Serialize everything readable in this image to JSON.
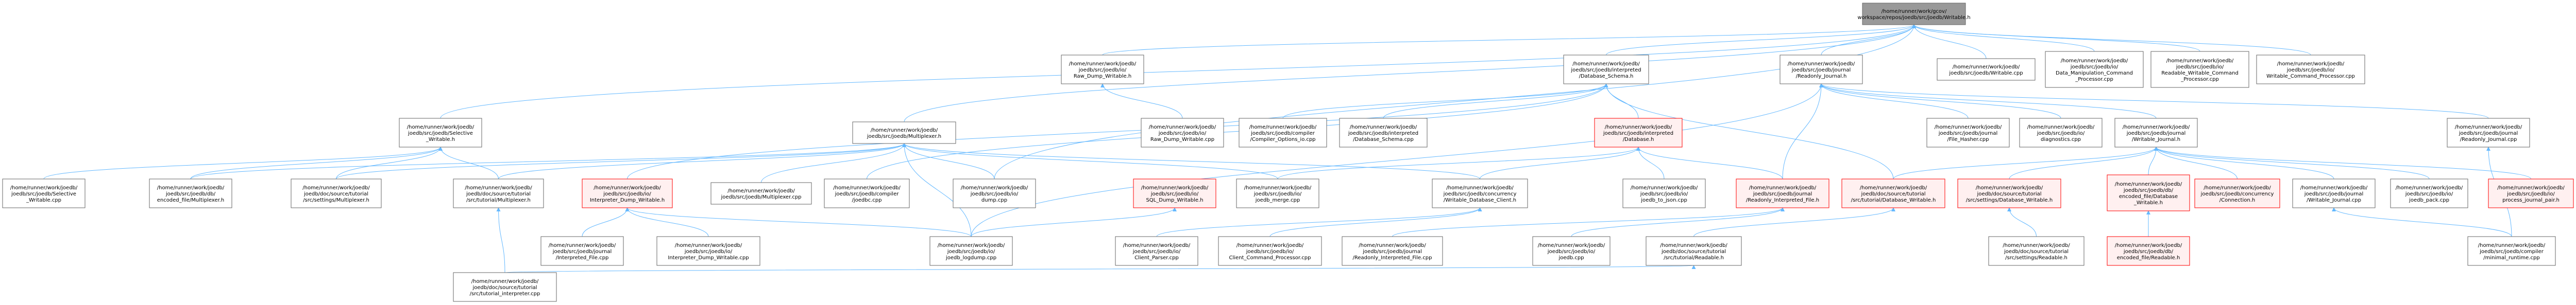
{
  "colors": {
    "root_fill": "#999999",
    "normal_fill": "#ffffff",
    "normal_stroke": "#666666",
    "more_stroke": "#ff0000",
    "more_fill": "#fff0f0",
    "edge": "#63b8ff",
    "text": "#000000"
  },
  "graph": {
    "nodes": [
      {
        "id": "root",
        "lines": [
          "/home/runner/work/gcov/",
          "workspace/repos/joedb/src/joedb/Writable.h"
        ],
        "style": "root"
      },
      {
        "id": "n_raw_dump_writable_h",
        "lines": [
          "/home/runner/work/joedb/",
          "joedb/src/joedb/io/",
          "Raw_Dump_Writable.h"
        ],
        "style": "normal"
      },
      {
        "id": "n_database_schema_h",
        "lines": [
          "/home/runner/work/joedb/",
          "joedb/src/joedb/interpreted",
          "/Database_Schema.h"
        ],
        "style": "normal"
      },
      {
        "id": "n_readonly_journal_h",
        "lines": [
          "/home/runner/work/joedb/",
          "joedb/src/joedb/journal",
          "/Readonly_Journal.h"
        ],
        "style": "normal"
      },
      {
        "id": "n_writable_cpp",
        "lines": [
          "/home/runner/work/joedb/",
          "joedb/src/joedb/Writable.cpp"
        ],
        "style": "normal"
      },
      {
        "id": "n_data_manip",
        "lines": [
          "/home/runner/work/joedb/",
          "joedb/src/joedb/io/",
          "Data_Manipulation_Command",
          "_Processor.cpp"
        ],
        "style": "normal"
      },
      {
        "id": "n_readable_writable_cmd",
        "lines": [
          "/home/runner/work/joedb/",
          "joedb/src/joedb/io/",
          "Readable_Writable_Command",
          "_Processor.cpp"
        ],
        "style": "normal"
      },
      {
        "id": "n_writable_cmd",
        "lines": [
          "/home/runner/work/joedb/",
          "joedb/src/joedb/io/",
          "Writable_Command_Processor.cpp"
        ],
        "style": "normal"
      },
      {
        "id": "n_selective_writable_h",
        "lines": [
          "/home/runner/work/joedb/",
          "joedb/src/joedb/Selective",
          "_Writable.h"
        ],
        "style": "normal"
      },
      {
        "id": "n_multiplexer_h",
        "lines": [
          "/home/runner/work/joedb/",
          "joedb/src/joedb/Multiplexer.h"
        ],
        "style": "normal"
      },
      {
        "id": "n_raw_dump_writable_cpp",
        "lines": [
          "/home/runner/work/joedb/",
          "joedb/src/joedb/io/",
          "Raw_Dump_Writable.cpp"
        ],
        "style": "normal"
      },
      {
        "id": "n_compiler_options_io",
        "lines": [
          "/home/runner/work/joedb/",
          "joedb/src/joedb/compiler",
          "/Compiler_Options_io.cpp"
        ],
        "style": "normal"
      },
      {
        "id": "n_database_schema_cpp",
        "lines": [
          "/home/runner/work/joedb/",
          "joedb/src/joedb/interpreted",
          "/Database_Schema.cpp"
        ],
        "style": "normal"
      },
      {
        "id": "n_interpreted_database_h",
        "lines": [
          "/home/runner/work/joedb/",
          "joedb/src/joedb/interpreted",
          "/Database.h"
        ],
        "style": "more"
      },
      {
        "id": "n_file_hasher",
        "lines": [
          "/home/runner/work/joedb/",
          "joedb/src/joedb/journal",
          "/File_Hasher.cpp"
        ],
        "style": "normal"
      },
      {
        "id": "n_diagnostics",
        "lines": [
          "/home/runner/work/joedb/",
          "joedb/src/joedb/io/",
          "diagnostics.cpp"
        ],
        "style": "normal"
      },
      {
        "id": "n_writable_journal_h",
        "lines": [
          "/home/runner/work/joedb/",
          "joedb/src/joedb/journal",
          "/Writable_Journal.h"
        ],
        "style": "normal"
      },
      {
        "id": "n_readonly_journal_cpp",
        "lines": [
          "/home/runner/work/joedb/",
          "joedb/src/joedb/journal",
          "/Readonly_Journal.cpp"
        ],
        "style": "normal"
      },
      {
        "id": "n_selective_writable_cpp",
        "lines": [
          "/home/runner/work/joedb/",
          "joedb/src/joedb/Selective",
          "_Writable.cpp"
        ],
        "style": "normal"
      },
      {
        "id": "n_encoded_multiplexer",
        "lines": [
          "/home/runner/work/joedb/",
          "joedb/src/joedb/db/",
          "encoded_file/Multiplexer.h"
        ],
        "style": "normal"
      },
      {
        "id": "n_settings_multiplexer",
        "lines": [
          "/home/runner/work/joedb/",
          "joedb/doc/source/tutorial",
          "/src/settings/Multiplexer.h"
        ],
        "style": "normal"
      },
      {
        "id": "n_tutorial_multiplexer",
        "lines": [
          "/home/runner/work/joedb/",
          "joedb/doc/source/tutorial",
          "/src/tutorial/Multiplexer.h"
        ],
        "style": "normal"
      },
      {
        "id": "n_interpreter_dump_writable_h",
        "lines": [
          "/home/runner/work/joedb/",
          "joedb/src/joedb/io/",
          "Interpreter_Dump_Writable.h"
        ],
        "style": "more"
      },
      {
        "id": "n_multiplexer_cpp",
        "lines": [
          "/home/runner/work/joedb/",
          "joedb/src/joedb/Multiplexer.cpp"
        ],
        "style": "normal"
      },
      {
        "id": "n_joedbc",
        "lines": [
          "/home/runner/work/joedb/",
          "joedb/src/joedb/compiler",
          "/joedbc.cpp"
        ],
        "style": "normal"
      },
      {
        "id": "n_sql_dump_writable_h",
        "lines": [
          "/home/runner/work/joedb/",
          "joedb/src/joedb/io/",
          "SQL_Dump_Writable.h"
        ],
        "style": "more"
      },
      {
        "id": "n_dump_cpp",
        "lines": [
          "/home/runner/work/joedb/",
          "joedb/src/joedb/io/",
          "dump.cpp"
        ],
        "style": "normal"
      },
      {
        "id": "n_joedb_merge",
        "lines": [
          "/home/runner/work/joedb/",
          "joedb/src/joedb/io/",
          "joedb_merge.cpp"
        ],
        "style": "normal"
      },
      {
        "id": "n_writable_db_client",
        "lines": [
          "/home/runner/work/joedb/",
          "joedb/src/joedb/concurrency",
          "/Writable_Database_Client.h"
        ],
        "style": "normal"
      },
      {
        "id": "n_joedb_to_json",
        "lines": [
          "/home/runner/work/joedb/",
          "joedb/src/joedb/io/",
          "joedb_to_json.cpp"
        ],
        "style": "normal"
      },
      {
        "id": "n_readonly_interpreted_file_h",
        "lines": [
          "/home/runner/work/joedb/",
          "joedb/src/joedb/journal",
          "/Readonly_Interpreted_File.h"
        ],
        "style": "more"
      },
      {
        "id": "n_tutorial_database_writable",
        "lines": [
          "/home/runner/work/joedb/",
          "joedb/doc/source/tutorial",
          "/src/tutorial/Database_Writable.h"
        ],
        "style": "more"
      },
      {
        "id": "n_settings_database_writable",
        "lines": [
          "/home/runner/work/joedb/",
          "joedb/doc/source/tutorial",
          "/src/settings/Database_Writable.h"
        ],
        "style": "more"
      },
      {
        "id": "n_encoded_file_database_writable",
        "lines": [
          "/home/runner/work/joedb/",
          "joedb/src/joedb/db/",
          "encoded_file/Database",
          "_Writable.h"
        ],
        "style": "more"
      },
      {
        "id": "n_connection_h",
        "lines": [
          "/home/runner/work/joedb/",
          "joedb/src/joedb/concurrency",
          "/Connection.h"
        ],
        "style": "more"
      },
      {
        "id": "n_writable_journal_cpp",
        "lines": [
          "/home/runner/work/joedb/",
          "joedb/src/joedb/journal",
          "/Writable_Journal.cpp"
        ],
        "style": "normal"
      },
      {
        "id": "n_joedb_pack",
        "lines": [
          "/home/runner/work/joedb/",
          "joedb/src/joedb/io/",
          "joedb_pack.cpp"
        ],
        "style": "normal"
      },
      {
        "id": "n_process_journal_pair",
        "lines": [
          "/home/runner/work/joedb/",
          "joedb/src/joedb/io/",
          "process_journal_pair.h"
        ],
        "style": "more"
      },
      {
        "id": "n_interpreted_file_cpp",
        "lines": [
          "/home/runner/work/joedb/",
          "joedb/src/joedb/journal",
          "/Interpreted_File.cpp"
        ],
        "style": "normal"
      },
      {
        "id": "n_interpreter_dump_writable_cpp",
        "lines": [
          "/home/runner/work/joedb/",
          "joedb/src/joedb/io/",
          "Interpreter_Dump_Writable.cpp"
        ],
        "style": "normal"
      },
      {
        "id": "n_joedb_logdump",
        "lines": [
          "/home/runner/work/joedb/",
          "joedb/src/joedb/io/",
          "joedb_logdump.cpp"
        ],
        "style": "normal"
      },
      {
        "id": "n_client_parser",
        "lines": [
          "/home/runner/work/joedb/",
          "joedb/src/joedb/io/",
          "Client_Parser.cpp"
        ],
        "style": "normal"
      },
      {
        "id": "n_client_command_processor",
        "lines": [
          "/home/runner/work/joedb/",
          "joedb/src/joedb/io/",
          "Client_Command_Processor.cpp"
        ],
        "style": "normal"
      },
      {
        "id": "n_readonly_interpreted_file_cpp",
        "lines": [
          "/home/runner/work/joedb/",
          "joedb/src/joedb/journal",
          "/Readonly_Interpreted_File.cpp"
        ],
        "style": "normal"
      },
      {
        "id": "n_joedb_cpp",
        "lines": [
          "/home/runner/work/joedb/",
          "joedb/src/joedb/io/",
          "joedb.cpp"
        ],
        "style": "normal"
      },
      {
        "id": "n_tutorial_readable_h",
        "lines": [
          "/home/runner/work/joedb/",
          "joedb/doc/source/tutorial",
          "/src/tutorial/Readable.h"
        ],
        "style": "normal"
      },
      {
        "id": "n_settings_readable_h",
        "lines": [
          "/home/runner/work/joedb/",
          "joedb/doc/source/tutorial",
          "/src/settings/Readable.h"
        ],
        "style": "normal"
      },
      {
        "id": "n_encoded_file_readable_h",
        "lines": [
          "/home/runner/work/joedb/",
          "joedb/src/joedb/db/",
          "encoded_file/Readable.h"
        ],
        "style": "more"
      },
      {
        "id": "n_minimal_runtime",
        "lines": [
          "/home/runner/work/joedb/",
          "joedb/src/joedb/compiler",
          "/minimal_runtime.cpp"
        ],
        "style": "normal"
      },
      {
        "id": "n_tutorial_interpreter",
        "lines": [
          "/home/runner/work/joedb/",
          "joedb/doc/source/tutorial",
          "/src/tutorial_interpreter.cpp"
        ],
        "style": "normal"
      }
    ]
  }
}
